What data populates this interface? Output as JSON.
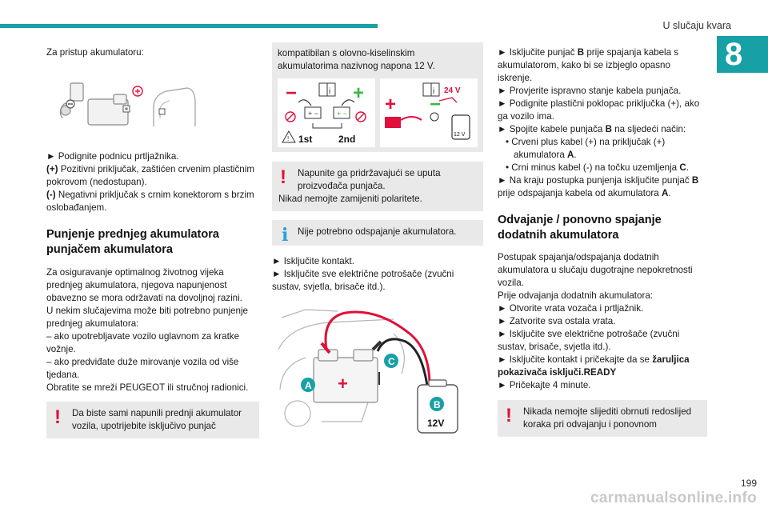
{
  "header": {
    "section": "U slučaju kvara",
    "chapter": "8",
    "page": "199"
  },
  "watermark": "carmanualsonline.info",
  "col1": {
    "intro": "Za pristup akumulatoru:",
    "step1": "► Podignite podnicu prtljažnika.",
    "plus_label": "(+)",
    "plus_text": " Pozitivni priključak, zaštićen crvenim plastičnim pokrovom (nedostupan).",
    "minus_label": "(-)",
    "minus_text": " Negativni priključak s crnim konektorom s brzim oslobađanjem.",
    "heading": "Punjenje prednjeg akumulatora punjačem akumulatora",
    "body": [
      "Za osiguravanje optimalnog životnog vijeka prednjeg akumulatora, njegova napunjenost obavezno se mora održavati na dovoljnoj razini.",
      "U nekim slučajevima može biti potrebno punjenje prednjeg akumulatora:",
      "– ako upotrebljavate vozilo uglavnom za kratke vožnje.",
      "– ako predviđate duže mirovanje vozila od više tjedana.",
      "Obratite se mreži PEUGEOT ili stručnoj radionici."
    ],
    "warning": "Da biste sami napunili prednji akumulator vozila, upotrijebite isključivo punjač"
  },
  "col2": {
    "compat": "kompatibilan s olovno-kiselinskim akumulatorima nazivnog napona 12 V.",
    "diag_labels": {
      "first": "1st",
      "second": "2nd",
      "v24": "24 V",
      "v12": "12 V",
      "info": "i"
    },
    "warning_line1": "Napunite ga pridržavajući se uputa proizvođača punjača.",
    "warning_line2": "Nikad nemojte zamijeniti polaritete.",
    "info": "Nije potrebno odspajanje akumulatora.",
    "step1": "► Isključite kontakt.",
    "step2": "► Isključite sve električne potrošače (zvučni sustav, svjetla, brisače itd.).",
    "illus_labels": {
      "a": "A",
      "b": "B",
      "c": "C",
      "volt": "12V"
    }
  },
  "col3": {
    "s1a": "► Isključite punjač ",
    "s1b": "B",
    "s1c": " prije spajanja kabela s akumulatorom, kako bi se izbjeglo opasno iskrenje.",
    "s2": "► Provjerite ispravno stanje kabela punjača.",
    "s3": "► Podignite plastični poklopac priključka (+), ako ga vozilo ima.",
    "s4a": "► Spojite kabele punjača ",
    "s4b": "B",
    "s4c": " na sljedeći način:",
    "sub1a": "• Crveni plus kabel (+) na priključak (+) akumulatora ",
    "sub1b": "A",
    "sub1c": ".",
    "sub2a": "• Crni minus kabel (-) na točku uzemljenja ",
    "sub2b": "C",
    "sub2c": ".",
    "s5a": "► Na kraju postupka punjenja isključite punjač ",
    "s5b": "B",
    "s5c": " prije odspajanja kabela od akumulatora ",
    "s5d": "A",
    "s5e": ".",
    "heading": "Odvajanje / ponovno spajanje dodatnih akumulatora",
    "p1": "Postupak spajanja/odspajanja dodatnih akumulatora u slučaju dugotrajne nepokretnosti vozila.",
    "p2": "Prije odvajanja dodatnih akumulatora:",
    "t1": "► Otvorite vrata vozača i prtljažnik.",
    "t2": "► Zatvorite sva ostala vrata.",
    "t3": "► Isključite sve električne potrošače (zvučni sustav, brisače, svjetla itd.).",
    "t4a": "► Isključite kontakt i pričekajte da se ",
    "t4b": "žaruljica pokazivača isključi.READY",
    "t5": "► Pričekajte 4 minute.",
    "warning": "Nikada nemojte slijediti obrnuti redoslijed koraka pri odvajanju i ponovnom"
  },
  "colors": {
    "teal": "#17a0a6",
    "red": "#e0103a",
    "green": "#3fb54a",
    "info_blue": "#2aa0d8",
    "box_gray": "#e9e9e9"
  }
}
